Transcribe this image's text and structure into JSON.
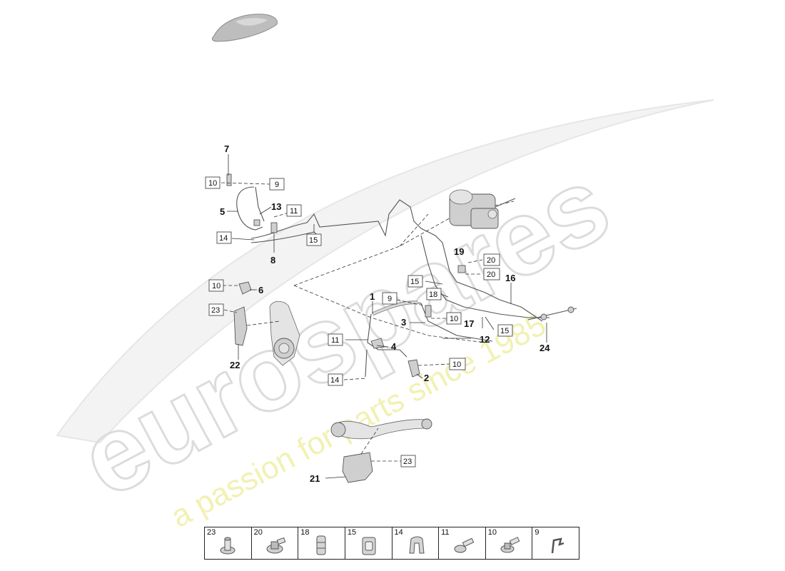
{
  "watermark": {
    "brand": "eurospares",
    "tagline": "a passion for parts since 1985"
  },
  "callouts": {
    "c1": "1",
    "c2": "2",
    "c3": "3",
    "c4": "4",
    "c5": "5",
    "c6": "6",
    "c7": "7",
    "c8": "8",
    "c12": "12",
    "c13": "13",
    "c16": "16",
    "c17": "17",
    "c19": "19",
    "c21": "21",
    "c22": "22",
    "c24": "24"
  },
  "boxes": {
    "b10a": "10",
    "b9a": "9",
    "b11a": "11",
    "b14a": "14",
    "b15a": "15",
    "b10b": "10",
    "b23a": "23",
    "b9b": "9",
    "b10c": "10",
    "b15b": "15",
    "b18": "18",
    "b20a": "20",
    "b20b": "20",
    "b15c": "15",
    "b11b": "11",
    "b14b": "14",
    "b10d": "10",
    "b23b": "23"
  },
  "parts_table": [
    {
      "number": "23",
      "icon": "bolt-flange-icon"
    },
    {
      "number": "20",
      "icon": "bolt-washer-icon"
    },
    {
      "number": "18",
      "icon": "double-clip-icon"
    },
    {
      "number": "15",
      "icon": "line-clip-icon"
    },
    {
      "number": "14",
      "icon": "bracket-clip-icon"
    },
    {
      "number": "11",
      "icon": "bolt-icon"
    },
    {
      "number": "10",
      "icon": "bolt-collar-icon"
    },
    {
      "number": "9",
      "icon": "spring-clip-icon"
    }
  ]
}
